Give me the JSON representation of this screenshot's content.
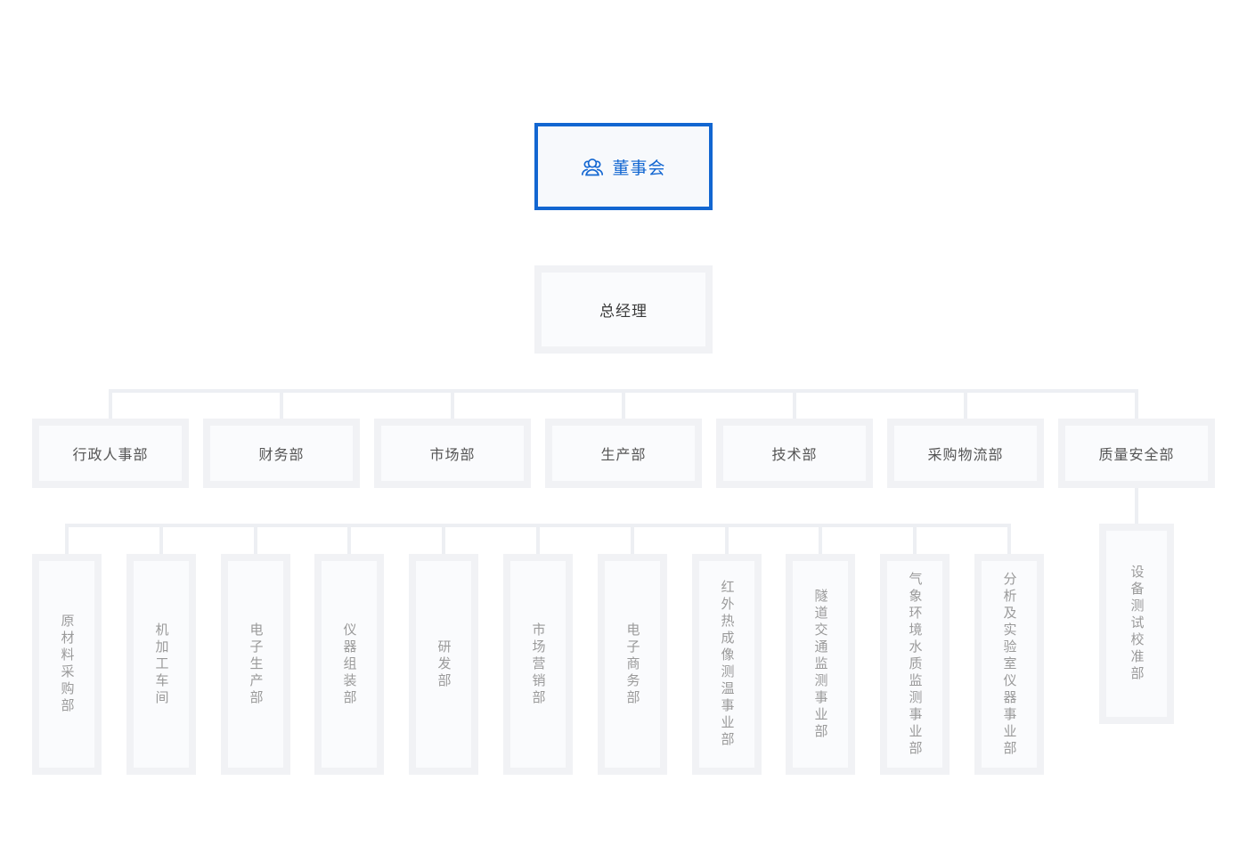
{
  "page": {
    "background": "#ffffff"
  },
  "colors": {
    "primary_blue": "#1266d1",
    "connector": "#edeff3",
    "box_border": "#f1f2f5",
    "box_fill": "#fafbfd",
    "root_fill": "#f7f9fc",
    "gm_text": "#3a3a3a",
    "level3_text": "#555555",
    "level4_text": "#9a9a9a"
  },
  "org": {
    "root": {
      "label": "董事会",
      "icon": "team-icon",
      "selected": true
    },
    "general_manager": {
      "label": "总经理"
    },
    "level3": [
      "行政人事部",
      "财务部",
      "市场部",
      "生产部",
      "技术部",
      "采购物流部",
      "质量安全部"
    ],
    "level4": [
      "原材料采购部",
      "机加工车间",
      "电子生产部",
      "仪器组装部",
      "研发部",
      "市场营销部",
      "电子商务部",
      "红外热成像测温事业部",
      "隧道交通监测事业部",
      "气象环境水质监测事业部",
      "分析及实验室仪器事业部"
    ],
    "quality_child": {
      "label": "设备测试校准部"
    }
  }
}
